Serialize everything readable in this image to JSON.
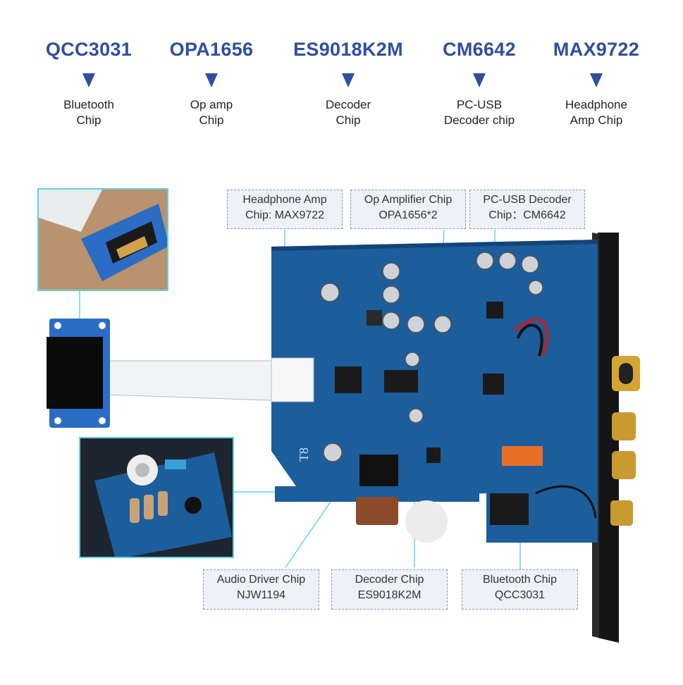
{
  "top_chips": [
    {
      "name": "QCC3031",
      "desc": "Bluetooth\nChip"
    },
    {
      "name": "OPA1656",
      "desc": "Op amp\nChip"
    },
    {
      "name": "ES9018K2M",
      "desc": "Decoder\nChip"
    },
    {
      "name": "CM6642",
      "desc": "PC-USB\nDecoder chip"
    },
    {
      "name": "MAX9722",
      "desc": "Headphone\nAmp Chip"
    }
  ],
  "callouts": {
    "headphone_amp": "Headphone Amp\nChip: MAX9722",
    "op_amp": "Op Amplifier Chip\nOPA1656*2",
    "pc_usb": "PC-USB Decoder\nChip：CM6642",
    "audio_driver": "Audio Driver Chip\nNJW1194",
    "decoder": "Decoder Chip\nES9018K2M",
    "bluetooth": "Bluetooth Chip\nQCC3031"
  },
  "board_label": "T8",
  "colors": {
    "accent": "#2f4f9e",
    "board": "#1c5d9c",
    "callout_border": "#8a9bb5",
    "frame": "#5fd3dc"
  }
}
